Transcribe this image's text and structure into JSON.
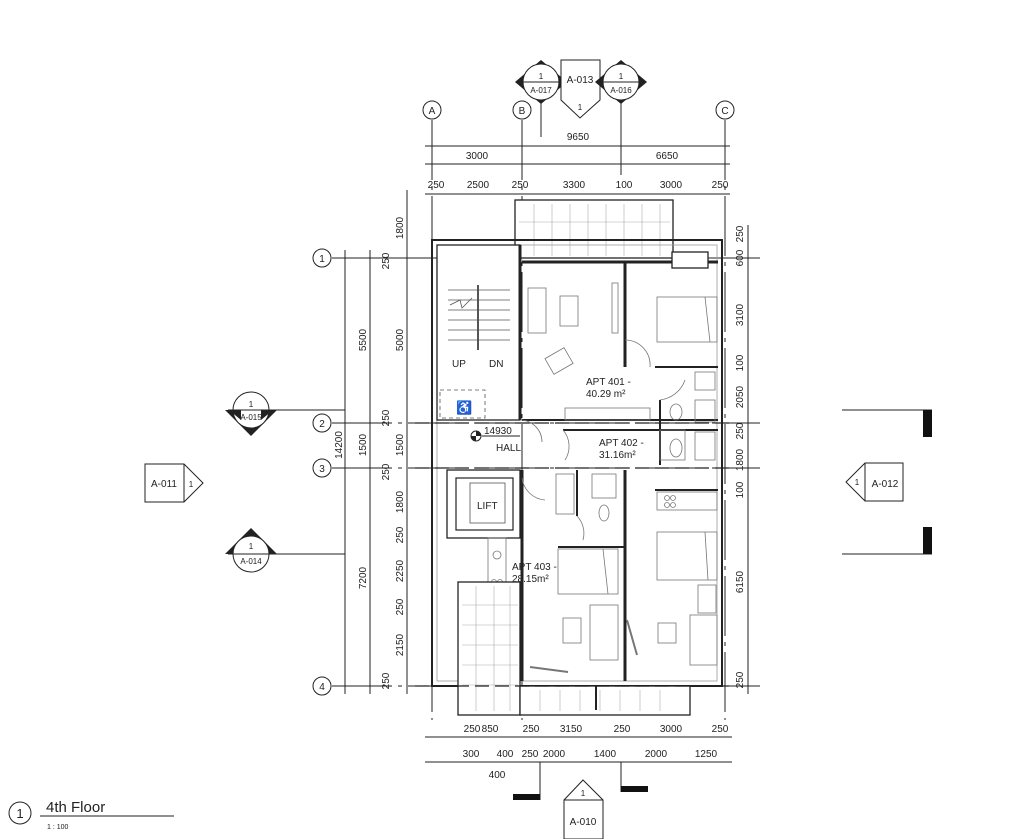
{
  "title": {
    "number": "1",
    "name": "4th Floor",
    "scale": "1 : 100"
  },
  "grids": {
    "cols": [
      "A",
      "B",
      "C"
    ],
    "rows": [
      "1",
      "2",
      "3",
      "4"
    ]
  },
  "rooms": [
    {
      "name": "APT 401 -",
      "area": "40.29 m²"
    },
    {
      "name": "APT 402 -",
      "area": "31.16m²"
    },
    {
      "name": "APT 403 -",
      "area": "28.15m²"
    }
  ],
  "labels": {
    "up": "UP",
    "dn": "DN",
    "hall": "HALL",
    "level": "14930",
    "lift": "LIFT"
  },
  "markers": {
    "top_left": {
      "num": "1",
      "sheet": "A-017"
    },
    "top_box": {
      "num": "1",
      "sheet": "A-013"
    },
    "top_right": {
      "num": "1",
      "sheet": "A-016"
    },
    "left_upper": {
      "num": "1",
      "sheet": "A-015"
    },
    "left_lower": {
      "num": "1",
      "sheet": "A-014"
    },
    "left_box": {
      "num": "1",
      "sheet": "A-011"
    },
    "right_box": {
      "num": "1",
      "sheet": "A-012"
    },
    "bottom_box": {
      "num": "1",
      "sheet": "A-010"
    }
  },
  "dims": {
    "top_total": "9650",
    "top_grid": [
      "3000",
      "6650"
    ],
    "top_detail": [
      "250",
      "2500",
      "250",
      "3300",
      "100",
      "3000",
      "250"
    ],
    "left_total": "14200",
    "left_grid": [
      "5500",
      "1500",
      "7200"
    ],
    "left_detail": [
      "1800",
      "250",
      "5000",
      "250",
      "1500",
      "250",
      "1800",
      "250",
      "2250",
      "250",
      "2150",
      "250"
    ],
    "right_detail": [
      "250",
      "600",
      "3100",
      "100",
      "2050",
      "250",
      "1800",
      "100",
      "6150",
      "250"
    ],
    "bottom_row1": [
      "250",
      "850",
      "250",
      "3150",
      "250",
      "3000",
      "250"
    ],
    "bottom_row2": [
      "300",
      "400",
      "250",
      "2000",
      "1400",
      "2000",
      "1250"
    ],
    "bottom_extra": "400"
  }
}
